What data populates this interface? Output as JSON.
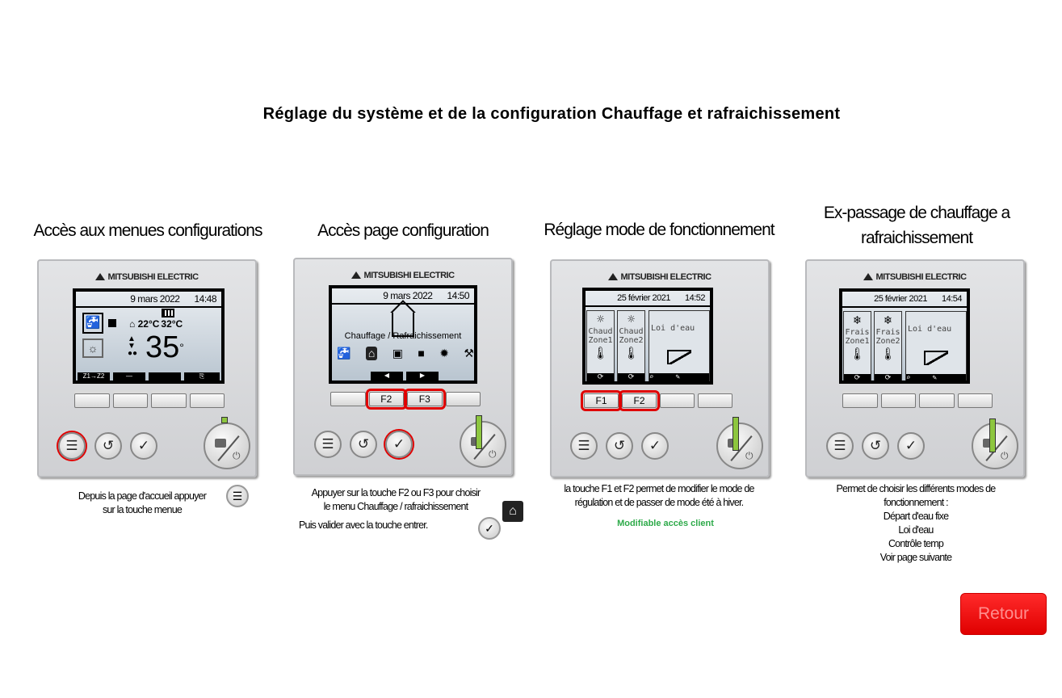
{
  "title": "Réglage du système et de la configuration Chauffage et rafraichissement",
  "brand": "MITSUBISHI ELECTRIC",
  "steps": [
    {
      "heading": "Accès aux menues configurations",
      "date": "9 mars 2022",
      "time": "14:48",
      "temp_main": "35",
      "temp_unit": "°",
      "room_temp": "22°C",
      "flow_temp": "32°C",
      "softkeys": [
        "Z1→Z2",
        "—",
        "",
        "⎘"
      ],
      "desc_line1": "Depuis la page d'accueil appuyer",
      "desc_line2": "sur la touche menue"
    },
    {
      "heading": "Accès page configuration",
      "date": "9 mars 2022",
      "time": "14:50",
      "menu_label": "Chauffage / Rafraichissement",
      "fkeys": [
        "",
        "F2",
        "F3",
        ""
      ],
      "desc_line1": "Appuyer sur la touche F2 ou F3  pour choisir",
      "desc_line2": "le menu  Chauffage / rafraichissement",
      "desc_line3": "Puis valider avec la touche entrer."
    },
    {
      "heading": "Réglage mode de fonctionnement",
      "date": "25 février 2021",
      "time": "14:52",
      "tiles": [
        {
          "l1": "Chaud",
          "l2": "Zone1"
        },
        {
          "l1": "Chaud",
          "l2": "Zone2"
        }
      ],
      "curve_label": "Loi d'eau",
      "fkeys": [
        "F1",
        "F2",
        "",
        ""
      ],
      "desc_line1": "la touche F1 et F2 permet de modifier le mode de",
      "desc_line2": "régulation et de passer de mode été à hiver.",
      "note": "Modifiable accès client"
    },
    {
      "heading_line1": "Ex-passage de chauffage a",
      "heading_line2": "rafraichissement",
      "date": "25 février 2021",
      "time": "14:54",
      "tiles": [
        {
          "l1": "Frais",
          "l2": "Zone1"
        },
        {
          "l1": "Frais",
          "l2": "Zone2"
        }
      ],
      "curve_label": "Loi d'eau",
      "desc_lines": [
        "Permet de choisir les différents modes de",
        "fonctionnement :",
        "Départ d'eau fixe",
        "Loi d'eau",
        "Contrôle temp",
        "Voir page suivante"
      ]
    }
  ],
  "retour": "Retour",
  "colors": {
    "highlight": "#e00000",
    "indicator": "#8dc63f",
    "note": "#2eaa4a",
    "retour_bg": "#ff2a2a"
  }
}
